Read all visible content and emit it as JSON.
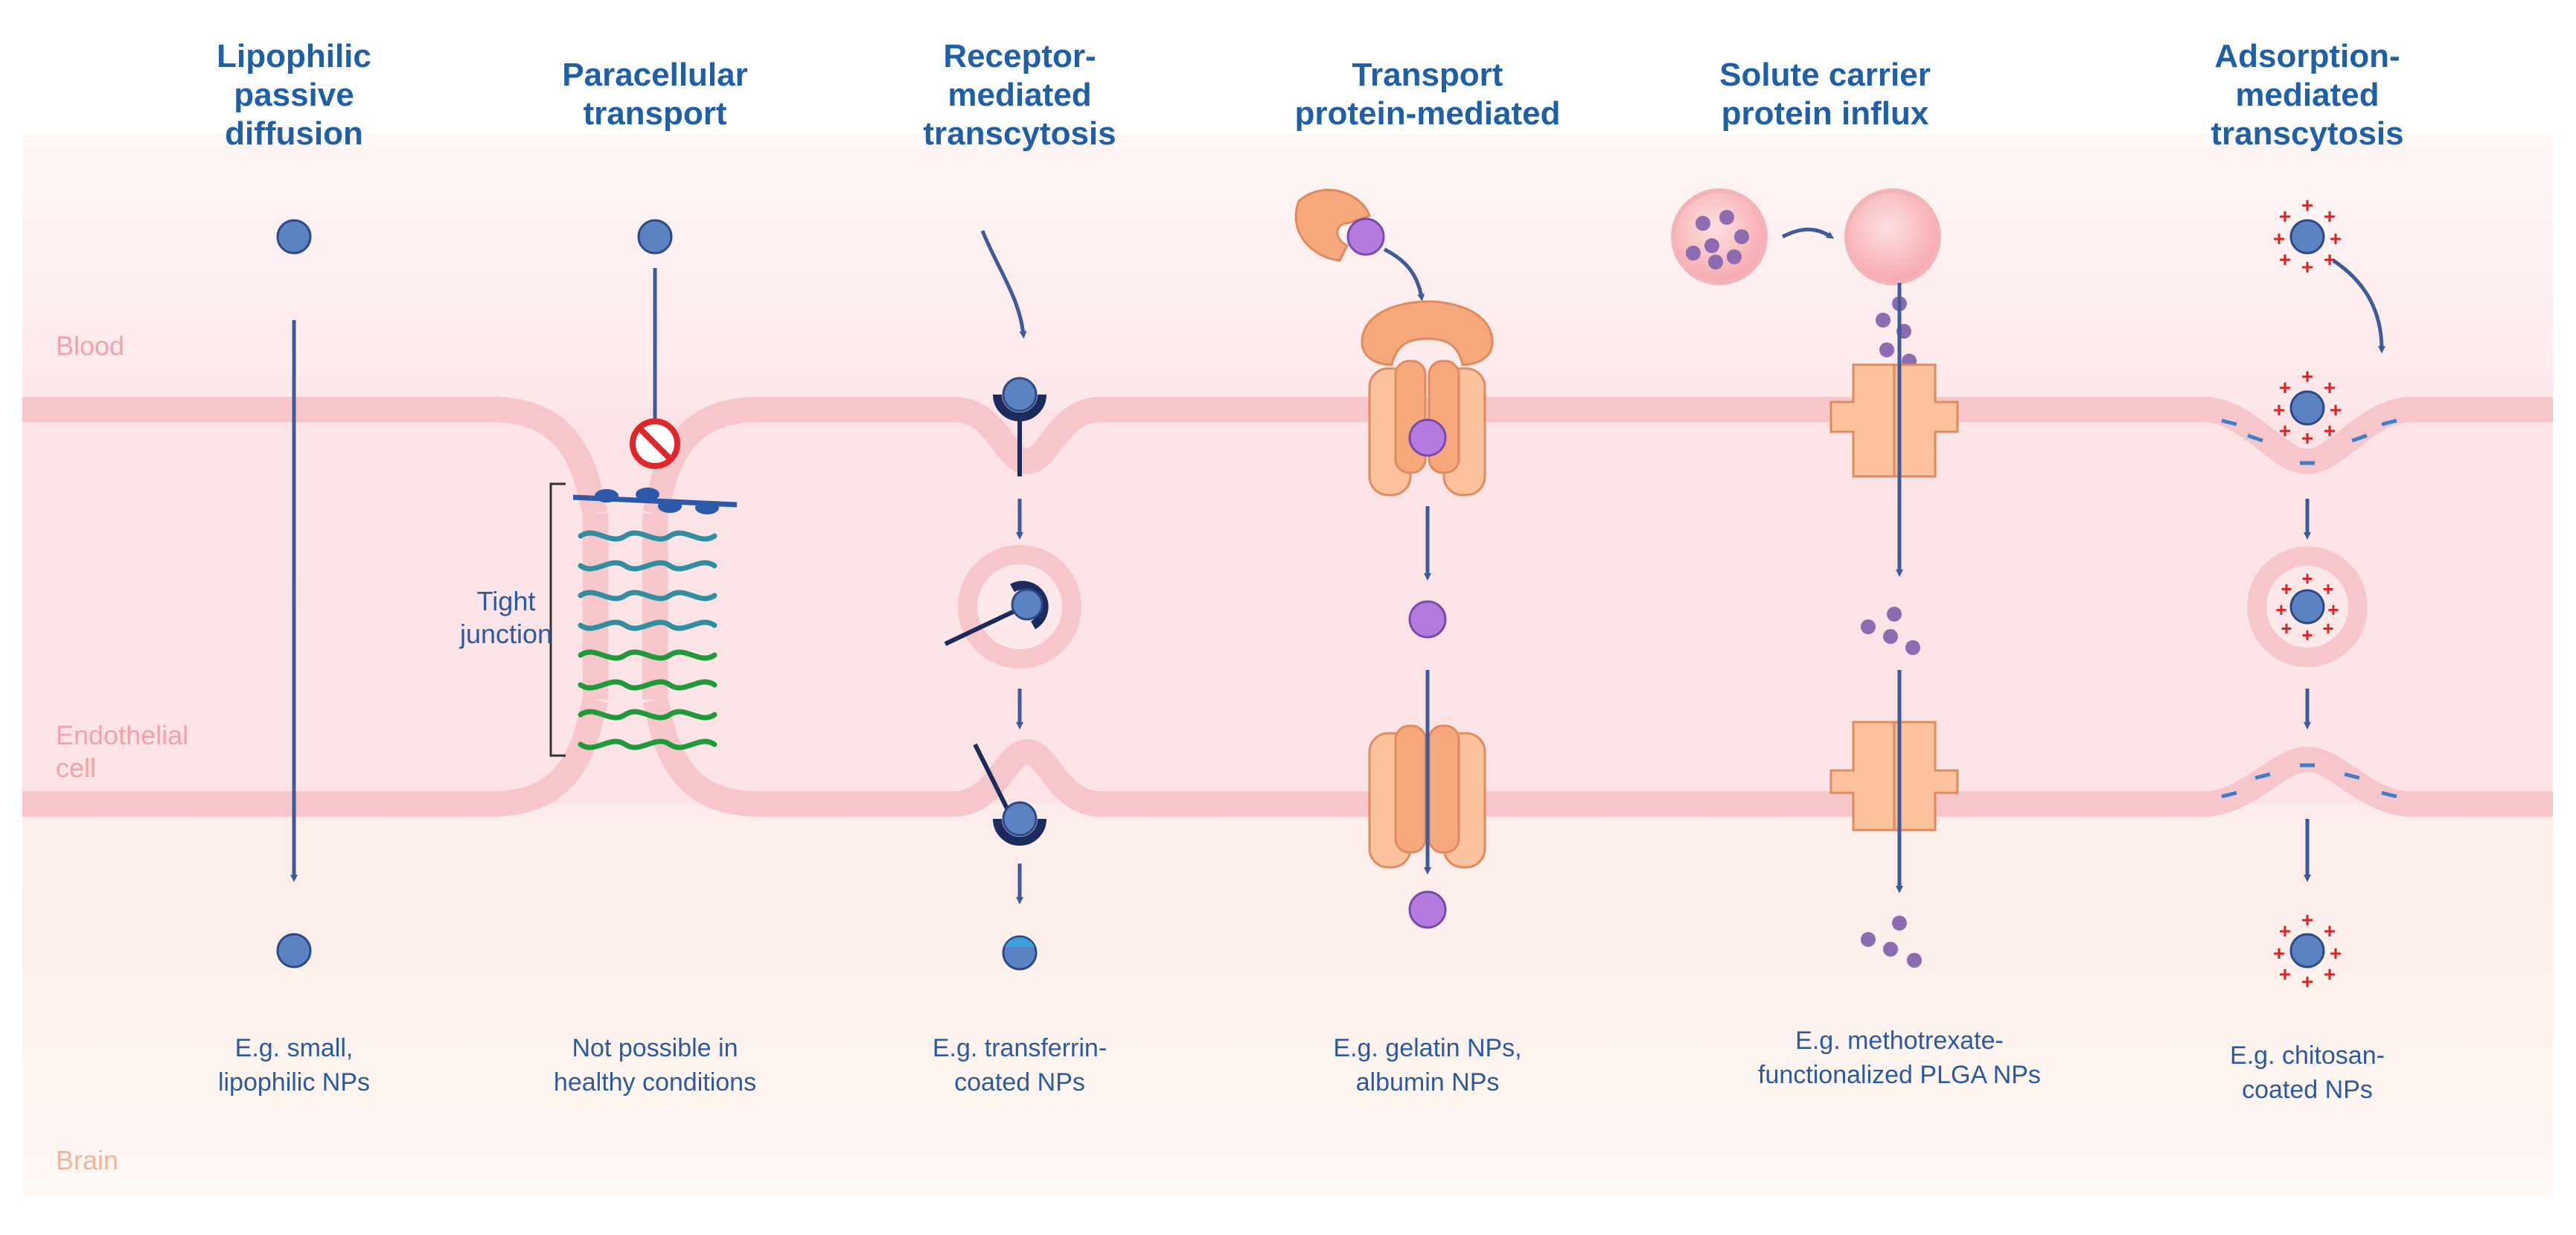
{
  "regions": {
    "blood": "Blood",
    "endothelial": "Endothelial\ncell",
    "brain": "Brain"
  },
  "tight_junction": "Tight\njunction",
  "pathways": [
    {
      "title": "Lipophilic\npassive\ndiffusion",
      "caption": "E.g. small,\nlipophilic NPs"
    },
    {
      "title": "Paracellular\ntransport",
      "caption": "Not possible in\nhealthy conditions"
    },
    {
      "title": "Receptor-\nmediated\ntranscytosis",
      "caption": "E.g. transferrin-\ncoated NPs"
    },
    {
      "title": "Transport\nprotein-mediated",
      "caption": "E.g. gelatin NPs,\nalbumin NPs"
    },
    {
      "title": "Solute carrier\nprotein influx",
      "caption": "E.g. methotrexate-\nfunctionalized PLGA NPs"
    },
    {
      "title": "Adsorption-\nmediated\ntranscytosis",
      "caption": "E.g. chitosan-\ncoated NPs"
    }
  ],
  "colors": {
    "membrane": "#f7c6ca",
    "blood_bg": "#fde9ea",
    "brain_bg": "#fdf2ec",
    "arrow": "#3d5a99",
    "np_fill": "#5b82c2",
    "purple": "#b57ae0",
    "transporter": "#f9b48a",
    "charge": "#e02020",
    "minus": "#3a7fc9",
    "title": "#1f5fa8"
  }
}
